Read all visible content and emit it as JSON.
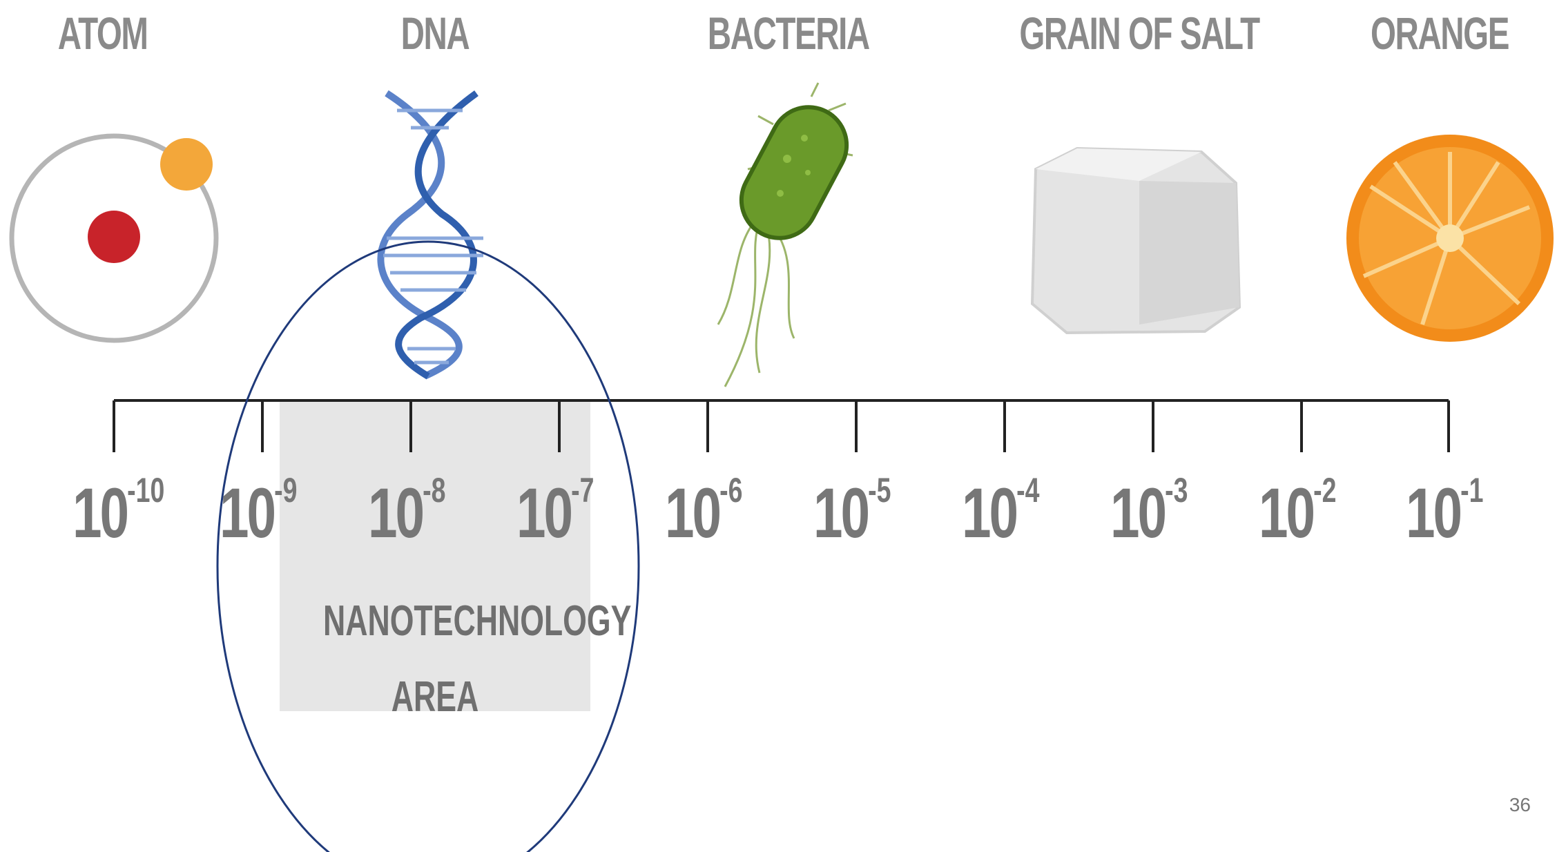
{
  "objects": [
    {
      "key": "atom",
      "label": "ATOM"
    },
    {
      "key": "dna",
      "label": "DNA"
    },
    {
      "key": "bacteria",
      "label": "BACTERIA"
    },
    {
      "key": "salt",
      "label": "GRAIN OF SALT"
    },
    {
      "key": "orange",
      "label": "ORANGE"
    }
  ],
  "scale": {
    "base": "10",
    "exponents": [
      "-10",
      "-9",
      "-8",
      "-7",
      "-6",
      "-5",
      "-4",
      "-3",
      "-2",
      "-1"
    ]
  },
  "region": {
    "line1": "NANOTECHNOLOGY",
    "line2": "AREA"
  },
  "page_number": "36",
  "colors": {
    "label_gray": "#8a8a8a",
    "axis": "#222222",
    "region_fill": "#e6e6e6",
    "ellipse_stroke": "#1f3a7a",
    "atom_nucleus": "#c8232a",
    "atom_electron": "#f3a73a",
    "bacteria_green": "#6a9a2a",
    "orange": "#f28c1a"
  }
}
